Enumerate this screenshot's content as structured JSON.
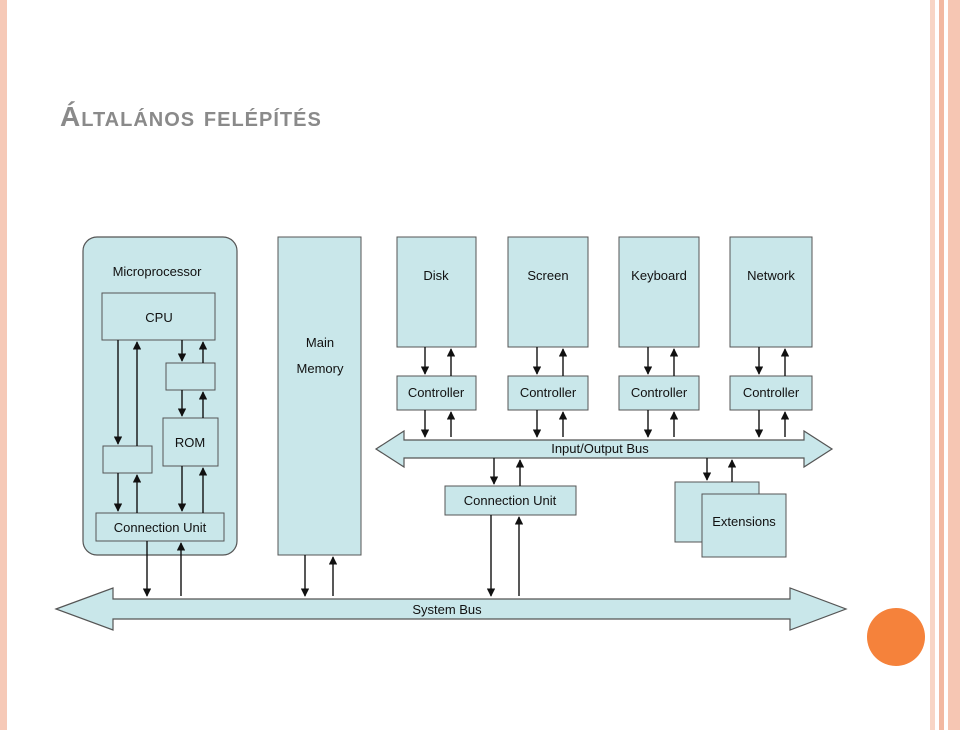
{
  "slide": {
    "title": "Általános felépítés"
  },
  "diagram": {
    "microprocessor": {
      "label": "Microprocessor",
      "cpu": "CPU",
      "rom": "ROM",
      "connection_unit": "Connection Unit"
    },
    "main_memory": {
      "line1": "Main",
      "line2": "Memory"
    },
    "devices": [
      {
        "label": "Disk",
        "controller": "Controller"
      },
      {
        "label": "Screen",
        "controller": "Controller"
      },
      {
        "label": "Keyboard",
        "controller": "Controller"
      },
      {
        "label": "Network",
        "controller": "Controller"
      }
    ],
    "io_bus": "Input/Output Bus",
    "io_connection_unit": "Connection Unit",
    "extensions": "Extensions",
    "system_bus": "System Bus"
  },
  "colors": {
    "box_fill": "#c9e7ea",
    "box_stroke": "#555555",
    "accent": "#f5823b",
    "title": "#8a8a8a"
  }
}
